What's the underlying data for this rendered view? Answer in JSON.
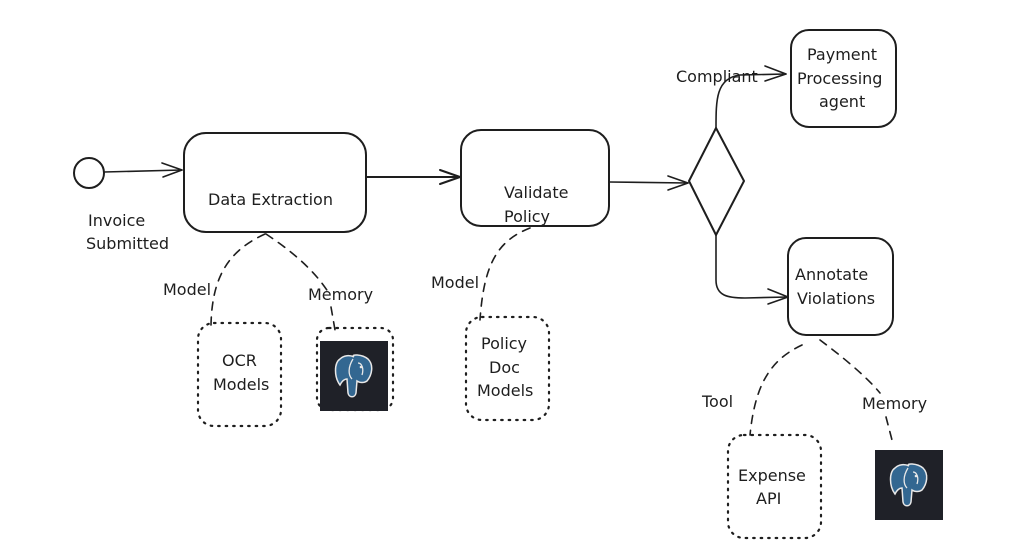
{
  "diagram": {
    "start": {
      "label_line1": "Invoice",
      "label_line2": "Submitted"
    },
    "nodes": {
      "data_extraction": {
        "label": "Data Extraction"
      },
      "validate_policy": {
        "label_line1": "Validate",
        "label_line2": "Policy"
      },
      "decision": {
        "label": ""
      },
      "payment_processing": {
        "label_line1": "Payment",
        "label_line2": "Processing",
        "label_line3": "agent"
      },
      "annotate_violations": {
        "label_line1": "Annotate",
        "label_line2": "Violations"
      }
    },
    "edges": {
      "compliant": "Compliant"
    },
    "resources": {
      "ocr_models": {
        "edge_label": "Model",
        "label_line1": "OCR",
        "label_line2": "Models"
      },
      "extraction_memory": {
        "edge_label": "Memory",
        "icon": "postgresql-elephant-icon"
      },
      "policy_doc_models": {
        "edge_label": "Model",
        "label_line1": "Policy",
        "label_line2": "Doc",
        "label_line3": "Models"
      },
      "expense_api": {
        "edge_label": "Tool",
        "label_line1": "Expense",
        "label_line2": "API"
      },
      "annotate_memory": {
        "edge_label": "Memory",
        "icon": "postgresql-elephant-icon"
      }
    },
    "colors": {
      "stroke": "#1e1e1e",
      "db_background": "#1f2128",
      "elephant_fill": "#336791"
    }
  }
}
